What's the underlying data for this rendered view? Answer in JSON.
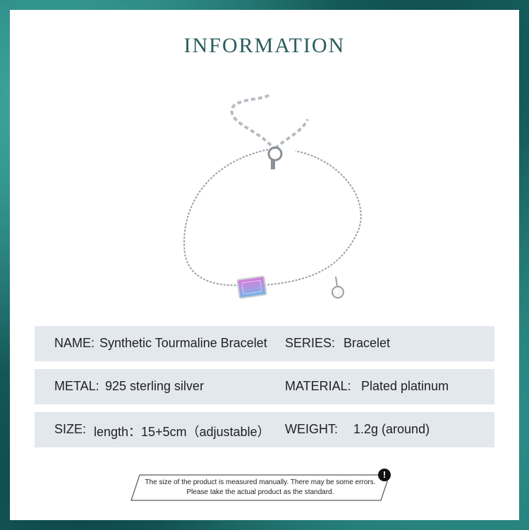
{
  "title": "INFORMATION",
  "specs": [
    {
      "label": "NAME:",
      "value": "Synthetic Tourmaline Bracelet",
      "label2": "SERIES:",
      "value2": "Bracelet"
    },
    {
      "label": "METAL:",
      "value": "925 sterling silver",
      "label2": "MATERIAL:",
      "value2": "Plated platinum"
    },
    {
      "label": "SIZE:",
      "value": "length：15+5cm（adjustable）",
      "label2": "WEIGHT:",
      "value2": "1.2g (around)"
    }
  ],
  "note": {
    "line1": "The size of the product is measured manually. There may be some errors.",
    "line2": "Please take the actual product as the standard.",
    "icon": "exclamation-icon"
  },
  "colors": {
    "accent": "#2b5d5e",
    "row_bg": "#e3e8ef",
    "gem_pink": "#d77ad8",
    "gem_blue": "#6fb3e6"
  }
}
